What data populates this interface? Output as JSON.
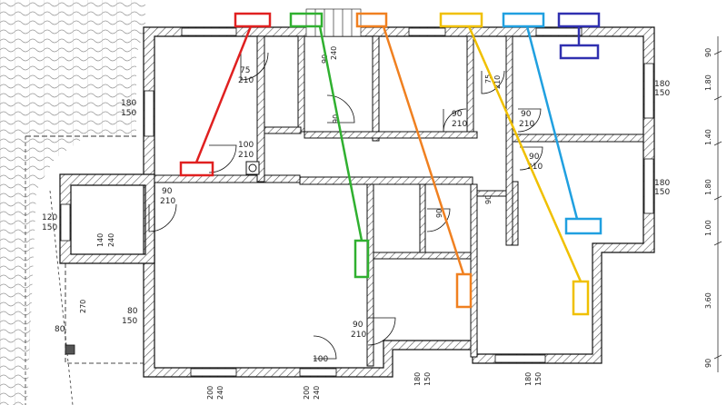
{
  "plan": {
    "dimension_labels": {
      "t_75": "75",
      "t_210": "210",
      "t_180": "180",
      "t_150": "150",
      "t_90": "90",
      "t_100": "100",
      "t_200": "200",
      "t_240": "240",
      "t_120": "120",
      "t_80": "80",
      "t_140": "140",
      "t_270": "270",
      "t_1_80": "1.80",
      "t_1_40": "1.40",
      "t_1_00": "1.00",
      "t_3_60": "3.60"
    },
    "markers": [
      "red",
      "green",
      "orange",
      "yellow",
      "light-blue",
      "dark-blue"
    ]
  },
  "colors": {
    "wall_outline": "#111111",
    "wall_hatch": "#555555",
    "paving": "#9a9a9a",
    "red": "#e02020",
    "green": "#30b030",
    "orange": "#f08020",
    "yellow": "#f0c000",
    "light_blue": "#20a0e0",
    "dark_blue": "#3030b0"
  }
}
